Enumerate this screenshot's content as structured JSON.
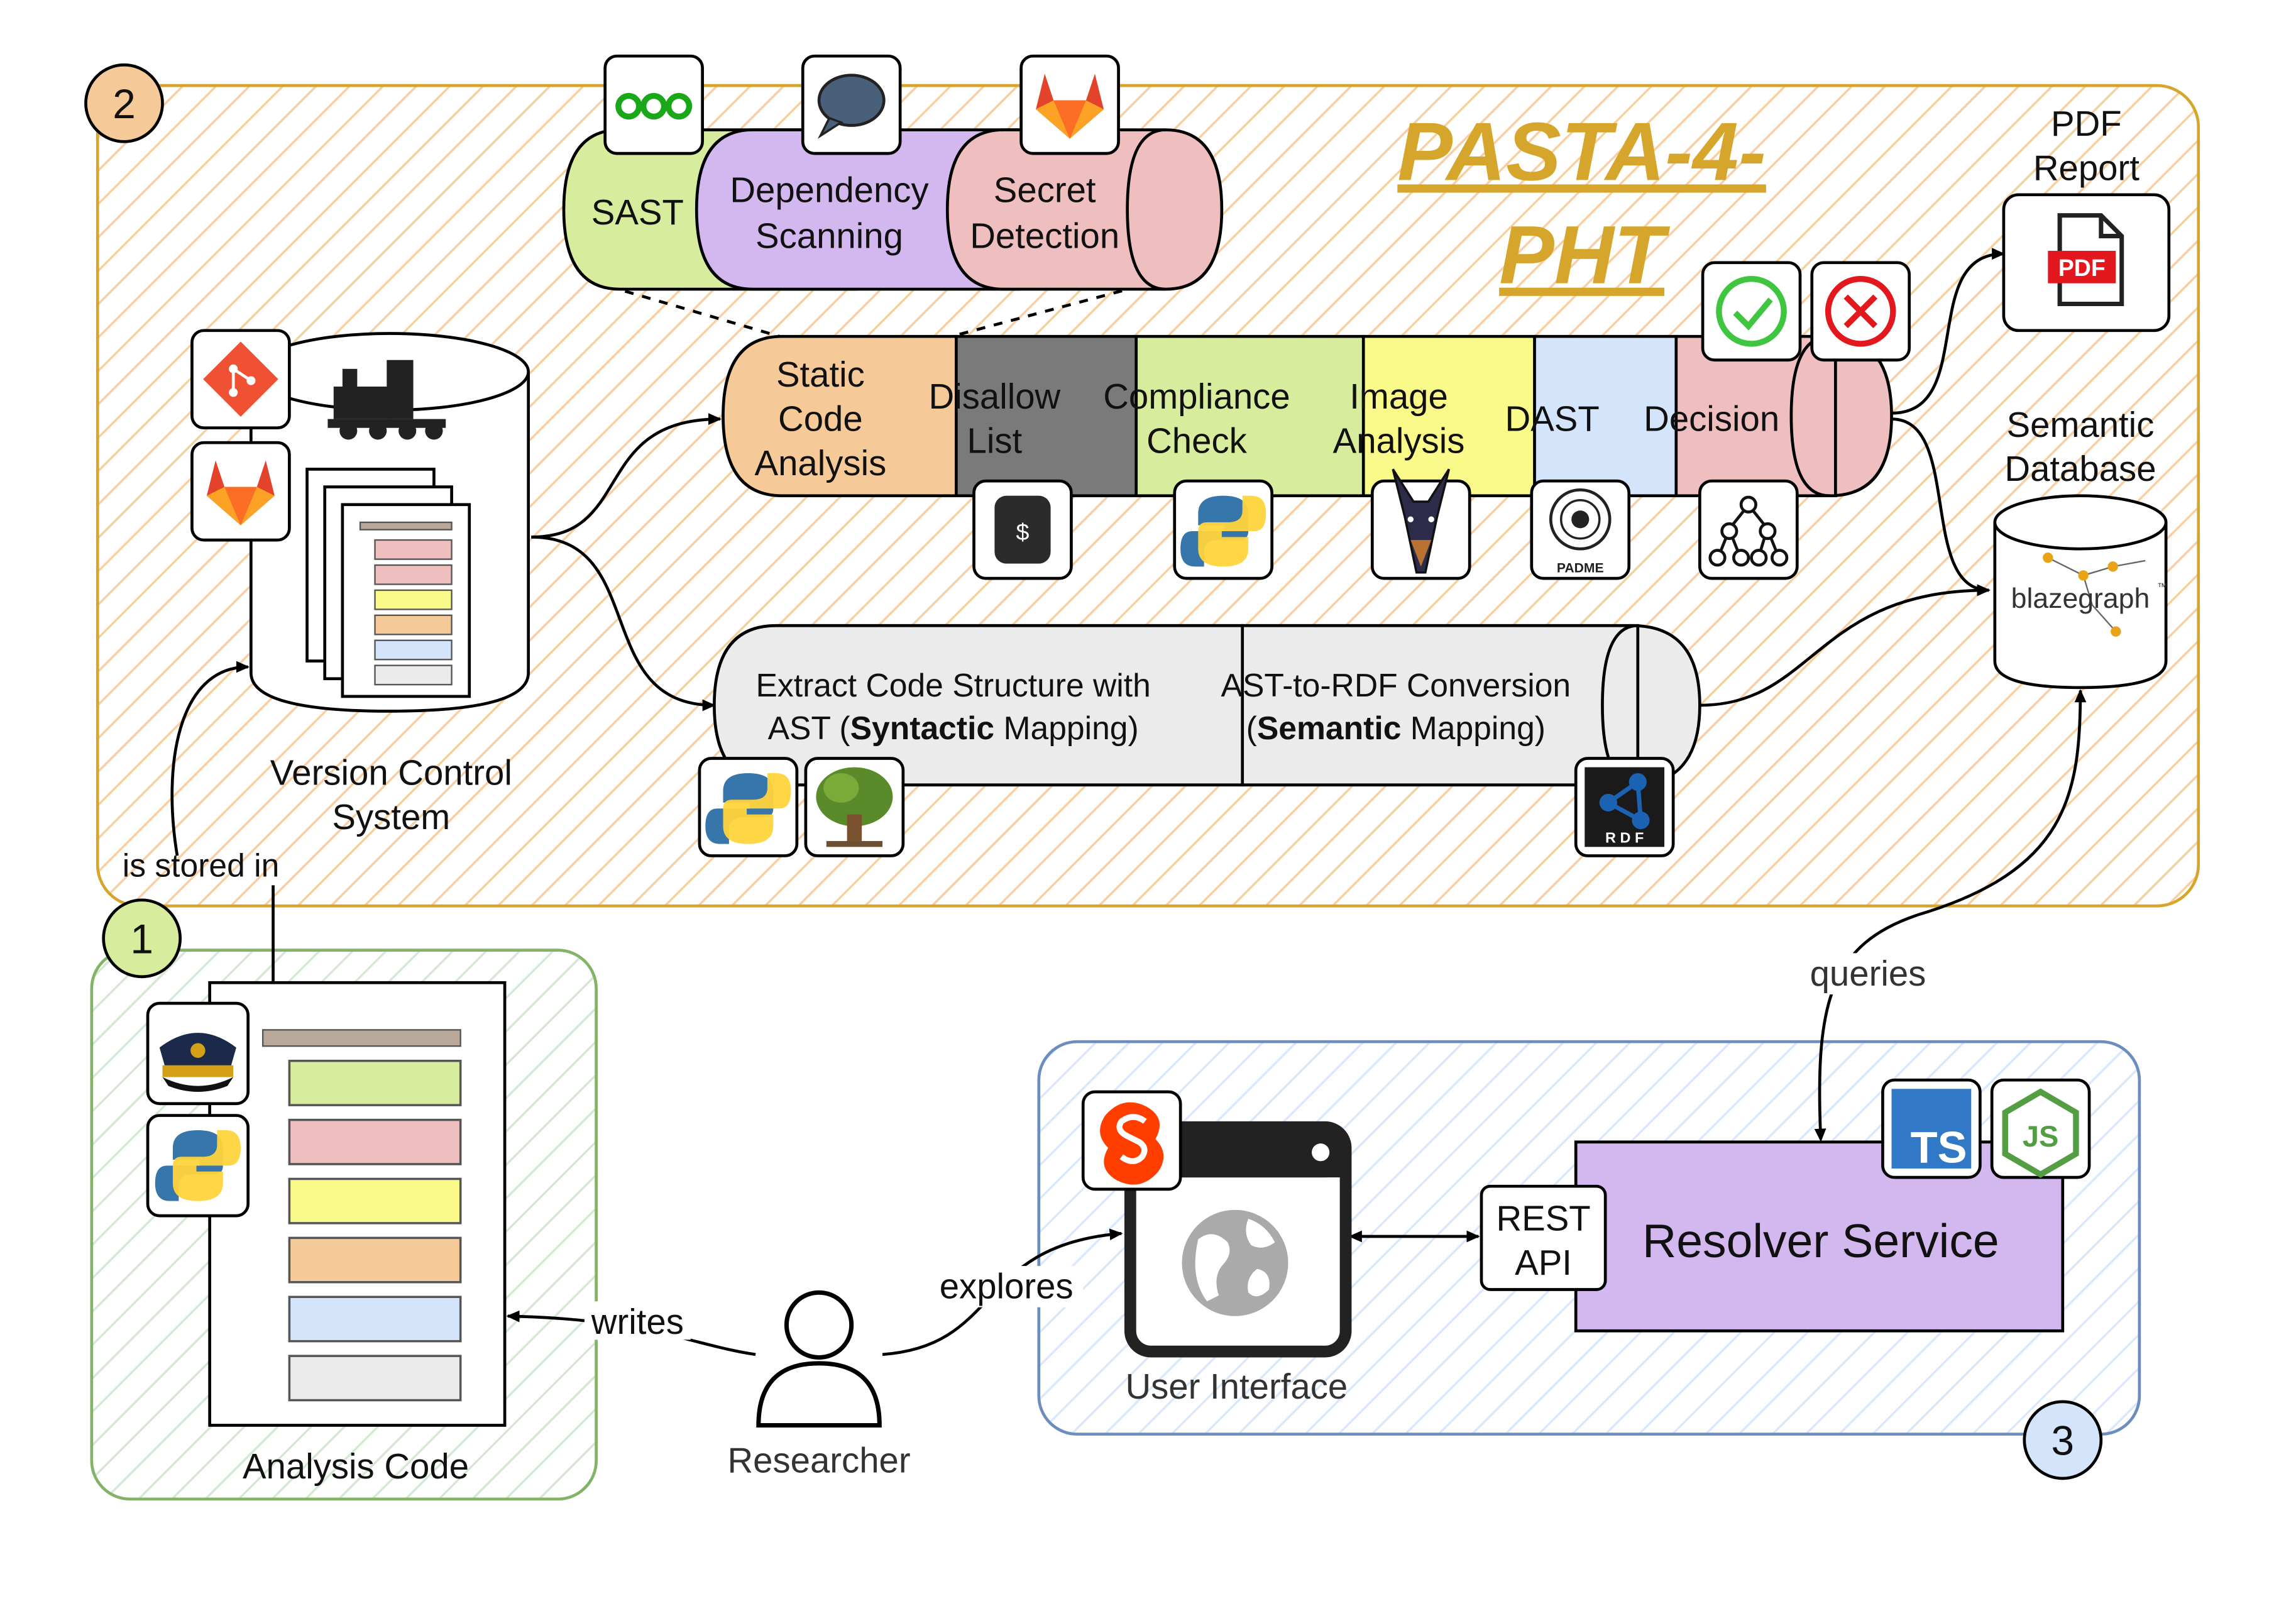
{
  "title_line1": "PASTA-4-",
  "title_line2": "PHT",
  "zones": {
    "one": "1",
    "two": "2",
    "three": "3"
  },
  "top_pipe": {
    "sast": "SAST",
    "dependency_l1": "Dependency",
    "dependency_l2": "Scanning",
    "secret_l1": "Secret",
    "secret_l2": "Detection"
  },
  "main_pipe": {
    "static_l1": "Static",
    "static_l2": "Code",
    "static_l3": "Analysis",
    "disallow_l1": "Disallow",
    "disallow_l2": "List",
    "compliance_l1": "Compliance",
    "compliance_l2": "Check",
    "image_l1": "Image",
    "image_l2": "Analysis",
    "dast": "DAST",
    "decision": "Decision"
  },
  "semantic_pipe": {
    "extract_l1": "Extract Code Structure with",
    "extract_l2_a": "AST (",
    "extract_l2_b": "Syntactic",
    "extract_l2_c": " Mapping)",
    "rdf_l1": "AST-to-RDF Conversion",
    "rdf_l2_a": "(",
    "rdf_l2_b": "Semantic",
    "rdf_l2_c": " Mapping)"
  },
  "labels": {
    "vcs_l1": "Version Control",
    "vcs_l2": "System",
    "is_stored_in": "is stored in",
    "pdf_l1": "PDF",
    "pdf_l2": "Report",
    "pdf_icon": "PDF",
    "semdb_l1": "Semantic",
    "semdb_l2": "Database",
    "blazegraph": "blazegraph",
    "blazegraph_tm": "™",
    "queries": "queries",
    "analysis_code": "Analysis Code",
    "writes": "writes",
    "researcher": "Researcher",
    "explores": "explores",
    "user_interface": "User Interface",
    "rest_l1": "REST",
    "rest_l2": "API",
    "resolver": "Resolver Service",
    "ts": "TS",
    "js": "JS",
    "padme": "PADME",
    "rdf_letters": "R D F",
    "shell": "$"
  },
  "colors": {
    "zone1": "#82b366",
    "zone1_fill": "#d5e8d4",
    "zone2": "#d6a62c",
    "zone2_fill": "#f7cfa3",
    "zone3": "#6c8ebf",
    "zone3_fill": "#dae8fc",
    "green": "#d7ec9c",
    "purple": "#d3b8ef",
    "pink": "#efbebe",
    "orange": "#f5c998",
    "gray": "#7a7a7a",
    "yellow": "#fafa8a",
    "blue": "#d4e4fb",
    "light_gray": "#ebebeb",
    "resolver": "#d3b8ef"
  },
  "icons": [
    "nextcloud-icon",
    "speech-bubble-icon",
    "gitlab-icon",
    "git-icon",
    "train-icon",
    "shell-icon",
    "python-icon",
    "dobermann-icon",
    "padme-icon",
    "decision-tree-icon",
    "check-icon",
    "reject-icon",
    "pdf-icon",
    "blazegraph-icon",
    "tree-icon",
    "rdf-icon",
    "captain-hat-icon",
    "svelte-icon",
    "globe-icon",
    "typescript-icon",
    "nodejs-icon",
    "user-icon"
  ]
}
